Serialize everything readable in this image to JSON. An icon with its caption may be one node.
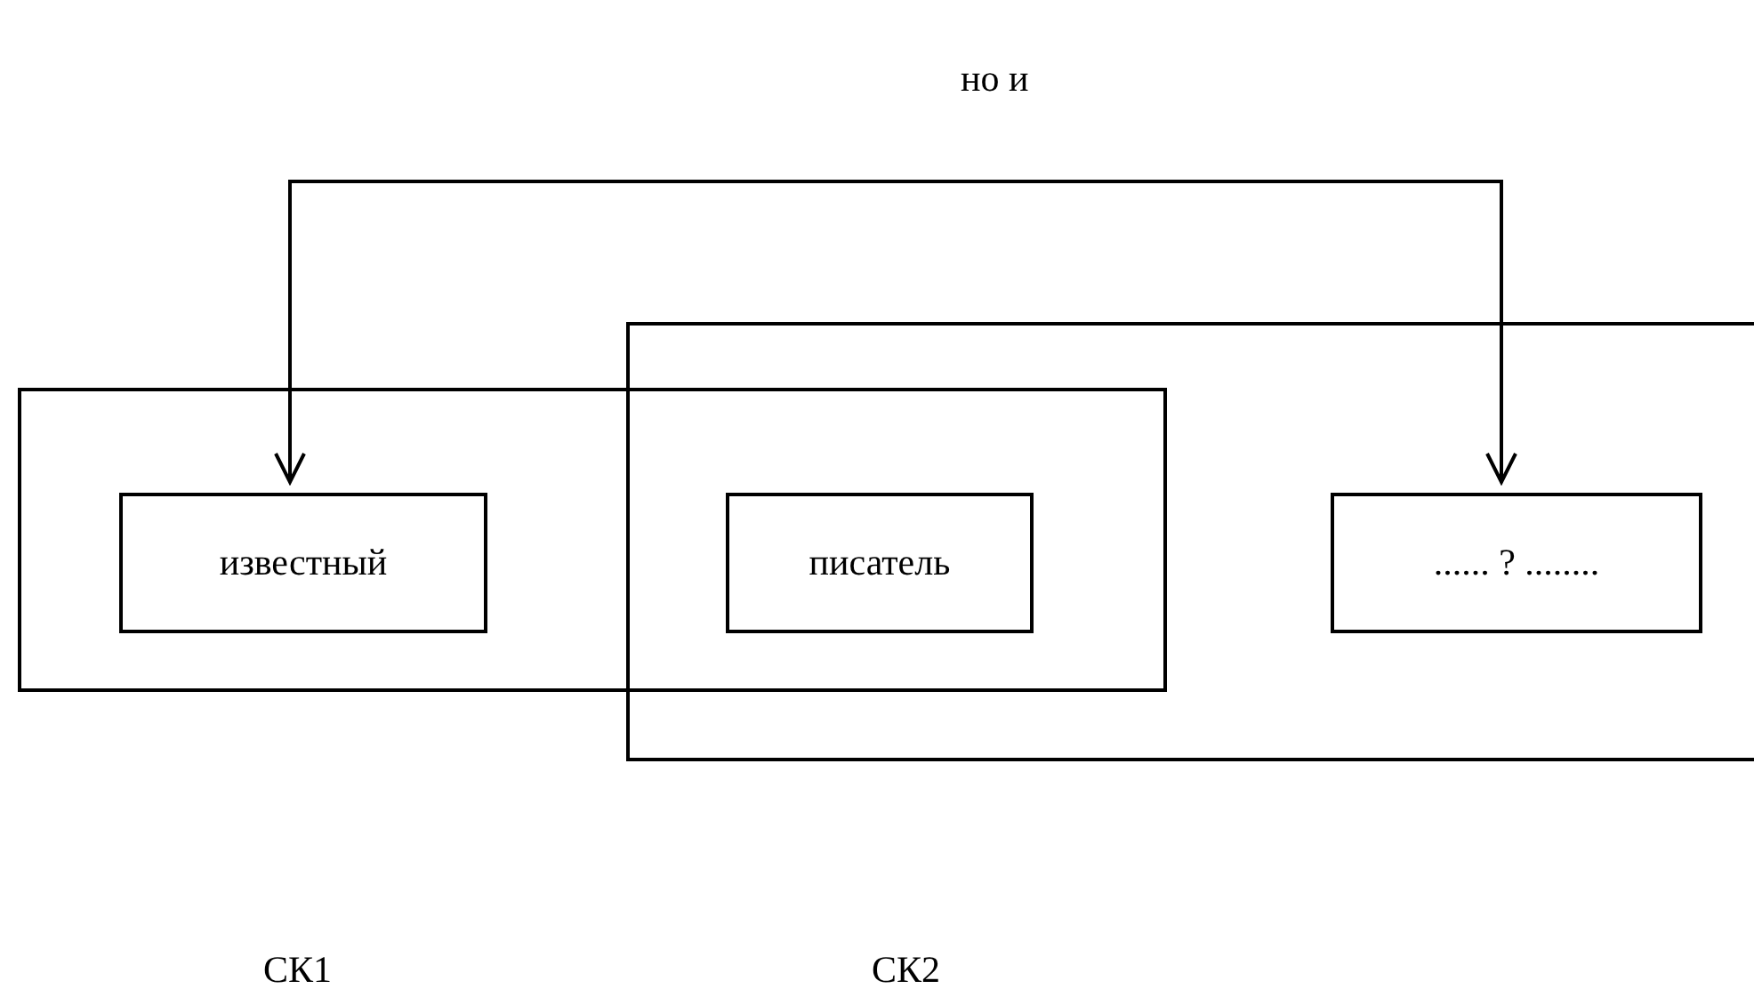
{
  "diagram": {
    "nodes": [
      {
        "text": [],
        "shape": "box"
      },
      {
        "text": [
          "известный"
        ],
        "in": 0
      },
      {
        "text": [],
        "shape": "box"
      },
      {
        "text": [
          "писатель"
        ]
      },
      {
        "text": [
          "...... ? ........"
        ],
        "in": 2
      }
    ],
    "edges": [
      {
        "from": 1,
        "to": 4,
        "arrow": "both"
      }
    ],
    "labels": [
      "но и",
      "СК1",
      "СК2"
    ]
  }
}
